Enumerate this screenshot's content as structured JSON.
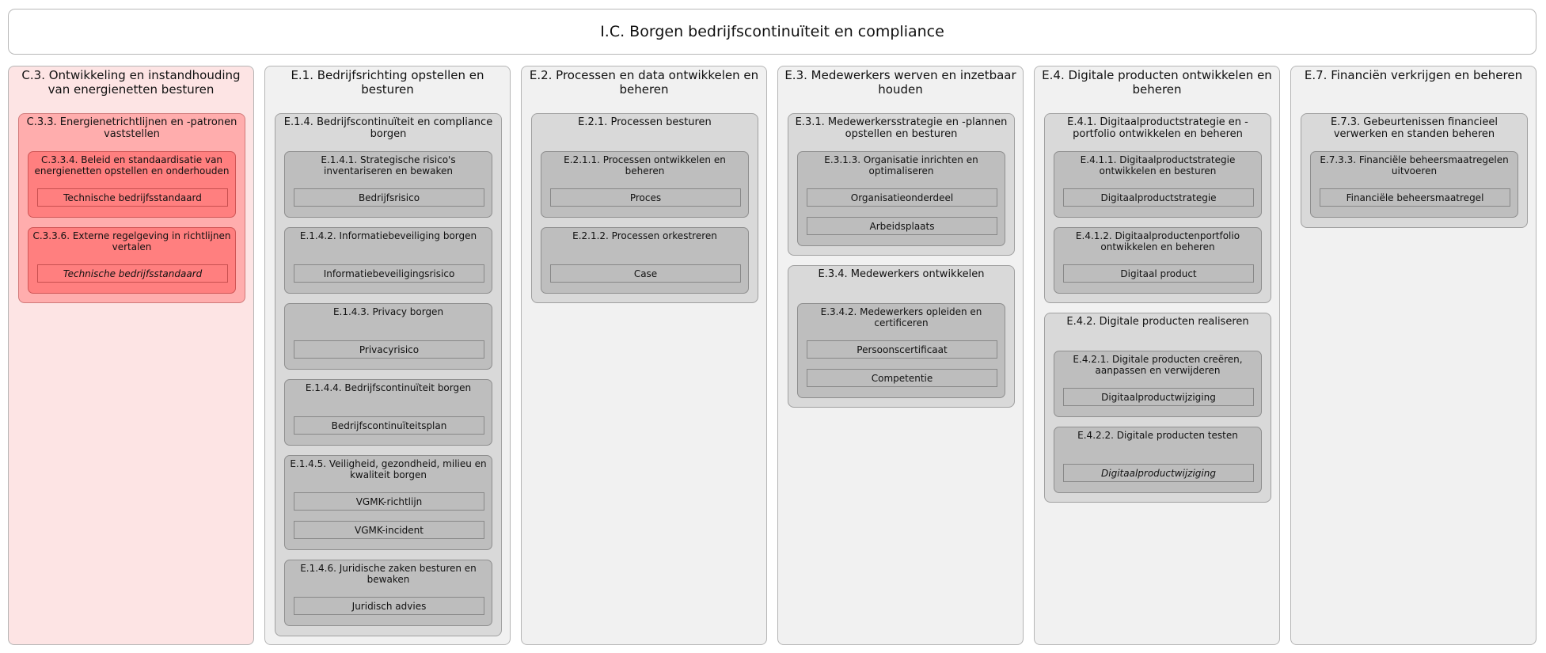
{
  "title": "I.C. Borgen bedrijfscontinuïteit en compliance",
  "columns": [
    {
      "title": "C.3. Ontwikkeling en instandhouding van energienetten besturen",
      "groups": [
        {
          "title": "C.3.3. Energienetrichtlijnen en -patronen vaststellen",
          "subs": [
            {
              "title": "C.3.3.4. Beleid en standaardisatie van energienetten opstellen en onderhouden",
              "items": [
                "Technische bedrijfsstandaard"
              ]
            },
            {
              "title": "C.3.3.6. Externe regelgeving in richtlijnen vertalen",
              "items": [
                "Technische bedrijfsstandaard"
              ]
            }
          ]
        }
      ]
    },
    {
      "title": "E.1. Bedrijfsrichting opstellen en besturen",
      "groups": [
        {
          "title": "E.1.4. Bedrijfscontinuïteit en compliance borgen",
          "subs": [
            {
              "title": "E.1.4.1. Strategische risico's inventariseren en bewaken",
              "items": [
                "Bedrijfsrisico"
              ]
            },
            {
              "title": "E.1.4.2. Informatiebeveiliging borgen",
              "items": [
                "Informatiebeveiligingsrisico"
              ]
            },
            {
              "title": "E.1.4.3. Privacy borgen",
              "items": [
                "Privacyrisico"
              ]
            },
            {
              "title": "E.1.4.4. Bedrijfscontinuïteit borgen",
              "items": [
                "Bedrijfscontinuïteitsplan"
              ]
            },
            {
              "title": "E.1.4.5. Veiligheid, gezondheid, milieu en kwaliteit borgen",
              "items": [
                "VGMK-richtlijn",
                "VGMK-incident"
              ]
            },
            {
              "title": "E.1.4.6. Juridische zaken besturen en bewaken",
              "items": [
                "Juridisch advies"
              ]
            }
          ]
        }
      ]
    },
    {
      "title": "E.2. Processen en data ontwikkelen en beheren",
      "groups": [
        {
          "title": "E.2.1. Processen besturen",
          "subs": [
            {
              "title": "E.2.1.1. Processen ontwikkelen en beheren",
              "items": [
                "Proces"
              ]
            },
            {
              "title": "E.2.1.2. Processen orkestreren",
              "items": [
                "Case"
              ]
            }
          ]
        }
      ]
    },
    {
      "title": "E.3. Medewerkers werven en inzetbaar houden",
      "groups": [
        {
          "title": "E.3.1. Medewerkersstrategie en -plannen opstellen en besturen",
          "subs": [
            {
              "title": "E.3.1.3. Organisatie inrichten en optimaliseren",
              "items": [
                "Organisatieonderdeel",
                "Arbeidsplaats"
              ]
            }
          ]
        },
        {
          "title": "E.3.4. Medewerkers ontwikkelen",
          "subs": [
            {
              "title": "E.3.4.2. Medewerkers opleiden en certificeren",
              "items": [
                "Persoonscertificaat",
                "Competentie"
              ]
            }
          ]
        }
      ]
    },
    {
      "title": "E.4. Digitale producten ontwikkelen en beheren",
      "groups": [
        {
          "title": "E.4.1. Digitaalproductstrategie en -portfolio ontwikkelen en beheren",
          "subs": [
            {
              "title": "E.4.1.1. Digitaalproductstrategie ontwikkelen en besturen",
              "items": [
                "Digitaalproductstrategie"
              ]
            },
            {
              "title": "E.4.1.2. Digitaalproductenportfolio ontwikkelen en beheren",
              "items": [
                "Digitaal product"
              ]
            }
          ]
        },
        {
          "title": "E.4.2. Digitale producten realiseren",
          "subs": [
            {
              "title": "E.4.2.1. Digitale producten creëren, aanpassen en verwijderen",
              "items": [
                "Digitaalproductwijziging"
              ]
            },
            {
              "title": "E.4.2.2. Digitale producten testen",
              "items": [
                "Digitaalproductwijziging"
              ]
            }
          ]
        }
      ]
    },
    {
      "title": "E.7. Financiën verkrijgen en beheren",
      "groups": [
        {
          "title": "E.7.3. Gebeurtenissen financieel verwerken en standen beheren",
          "subs": [
            {
              "title": "E.7.3.3. Financiële beheersmaatregelen uitvoeren",
              "items": [
                "Financiële beheersmaatregel"
              ]
            }
          ]
        }
      ]
    }
  ]
}
